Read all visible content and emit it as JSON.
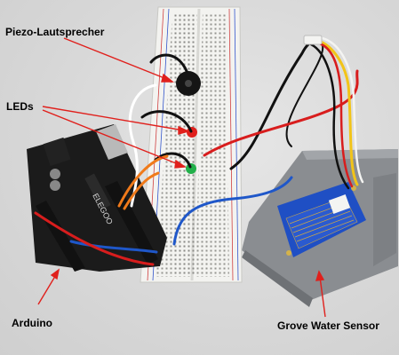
{
  "labels": {
    "piezo": "Piezo-Lautsprecher",
    "leds": "LEDs",
    "arduino": "Arduino",
    "sensor": "Grove Water Sensor"
  },
  "board_text": {
    "brand": "ELEGOO"
  },
  "colors": {
    "background": "#d9d9d9",
    "annotation": "#e0201c",
    "arduino_board": "#1b1b1b",
    "breadboard": "#f3f3f0",
    "sensor_pcb": "#1f4fc4",
    "sensor_housing": "#8d9094",
    "led_red": "#e0201c",
    "led_green": "#22b04a",
    "wire_black": "#111111",
    "wire_orange": "#f07a1a",
    "wire_blue": "#1f57c9",
    "wire_red": "#d81d1d",
    "wire_white": "#ffffff",
    "wire_yellow": "#f2c418"
  }
}
